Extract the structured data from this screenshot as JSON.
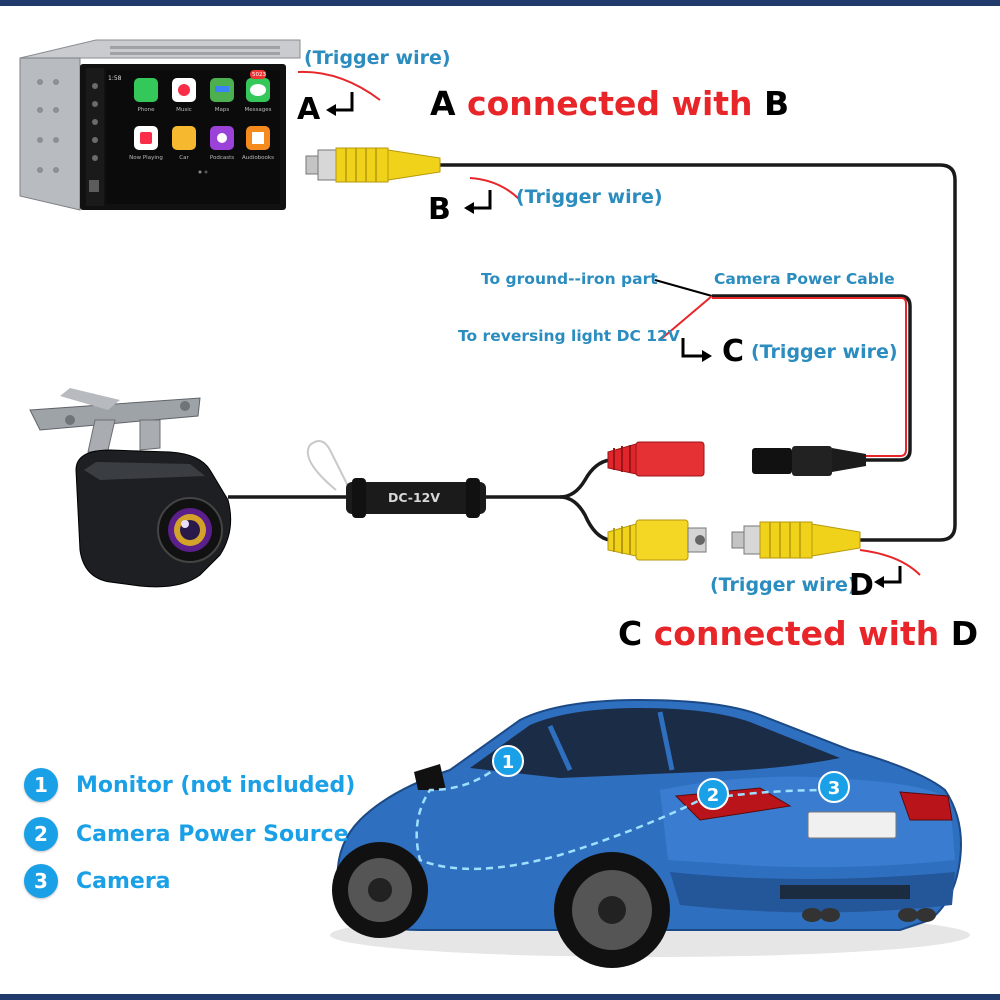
{
  "labels": {
    "trigger_a": "(Trigger wire)",
    "trigger_b": "(Trigger wire)",
    "trigger_c": "(Trigger wire)",
    "trigger_d": "(Trigger wire)",
    "letter_a": "A",
    "letter_b": "B",
    "letter_c": "C",
    "letter_d": "D",
    "ground": "To ground--iron part",
    "reversing": "To reversing light DC 12V",
    "camera_power": "Camera Power Cable",
    "box_label": "DC-12V"
  },
  "headline_ab": {
    "left": "A",
    "middle": "connected with",
    "right": "B"
  },
  "headline_cd": {
    "left": "C",
    "middle": "connected with",
    "right": "D"
  },
  "legend": [
    {
      "num": "1",
      "text": "Monitor (not included)"
    },
    {
      "num": "2",
      "text": "Camera Power Source"
    },
    {
      "num": "3",
      "text": "Camera"
    }
  ],
  "markers": [
    "1",
    "2",
    "3"
  ],
  "monitor_screen": {
    "time": "1:58",
    "badge": "5023",
    "apps": [
      "Phone",
      "Music",
      "Maps",
      "Messages",
      "Now Playing",
      "Car",
      "Podcasts",
      "Audiobooks"
    ]
  },
  "colors": {
    "accent_blue": "#1aa0e6",
    "label_blue": "#2a8cbf",
    "red": "#e8262a",
    "rca_yellow": "#f1d21a",
    "rca_red": "#e0262a",
    "car_blue": "#2f6fc0",
    "frame": "#1f3a6b"
  }
}
